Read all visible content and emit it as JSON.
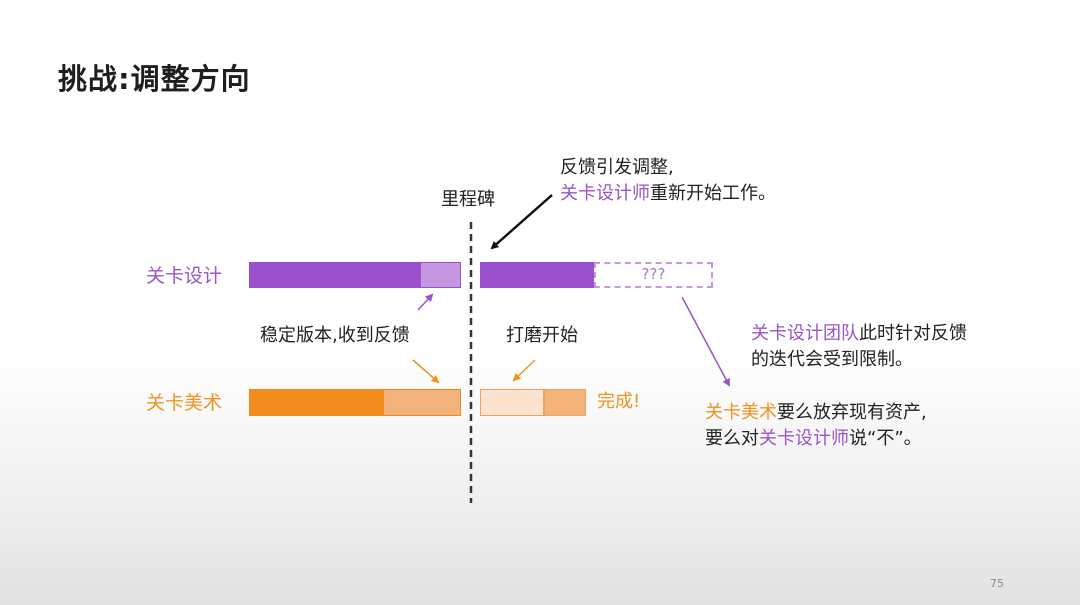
{
  "slide": {
    "title": "挑战:调整方向",
    "page_number": "75"
  },
  "labels": {
    "milestone": "里程碑",
    "row_level_design": "关卡设计",
    "row_level_art": "关卡美术",
    "stable_version": "稳定版本,收到反馈",
    "polish_start": "打磨开始",
    "unknown": "???",
    "done": "完成!"
  },
  "note_top": {
    "line1": "反馈引发调整,",
    "line2_highlight": "关卡设计师",
    "line2_rest": "重新开始工作。"
  },
  "note_right1": {
    "line1_highlight": "关卡设计团队",
    "line1_rest": "此时针对反馈",
    "line2": "的迭代会受到限制。"
  },
  "note_right2": {
    "line1_highlight": "关卡美术",
    "line1_rest": "要么放弃现有资产,",
    "line2_a": "要么对",
    "line2_highlight": "关卡设计师",
    "line2_b": "说“不”。"
  },
  "colors": {
    "purple": "#9a4fcc",
    "purple_light": "#c497e0",
    "purple_text": "#9a55c8",
    "orange": "#f28c1e",
    "orange_light": "#f3b27a",
    "orange_lighter": "#fbe3cf",
    "orange_text": "#ee9422"
  }
}
